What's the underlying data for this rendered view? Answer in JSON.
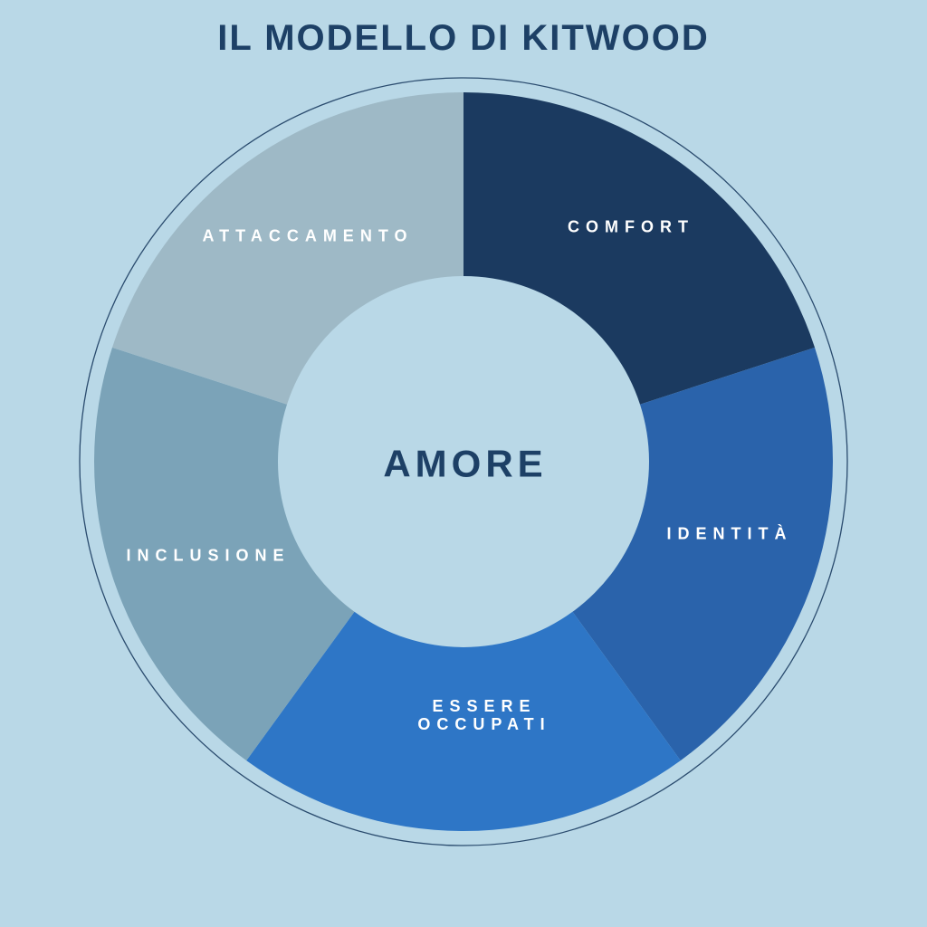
{
  "page": {
    "background_color": "#b9d8e7"
  },
  "chart_data": {
    "type": "pie",
    "variant": "donut",
    "title": "IL MODELLO DI KITWOOD",
    "title_color": "#1d4066",
    "center_label": "AMORE",
    "center_label_color": "#1d4066",
    "segments": [
      {
        "label": "COMFORT",
        "value": 20,
        "angle_deg": 72,
        "color": "#1b3a60"
      },
      {
        "label": "IDENTITÀ",
        "value": 20,
        "angle_deg": 72,
        "color": "#2a63ab"
      },
      {
        "label": "ESSERE OCCUPATI",
        "label_lines": [
          "ESSERE",
          "OCCUPATI"
        ],
        "value": 20,
        "angle_deg": 72,
        "color": "#2e76c6"
      },
      {
        "label": "INCLUSIONE",
        "value": 20,
        "angle_deg": 72,
        "color": "#7ba3b8"
      },
      {
        "label": "ATTACCAMENTO",
        "value": 20,
        "angle_deg": 72,
        "color": "#9eb9c6"
      }
    ],
    "segment_label_color": "#ffffff",
    "outline_color": "#2a4b6e",
    "start_angle_deg": 0,
    "direction": "clockwise",
    "legend": "none",
    "layout_note": "five equal wedges clockwise from 12 o'clock, thin outline ring around donut, center hole matches page background"
  }
}
